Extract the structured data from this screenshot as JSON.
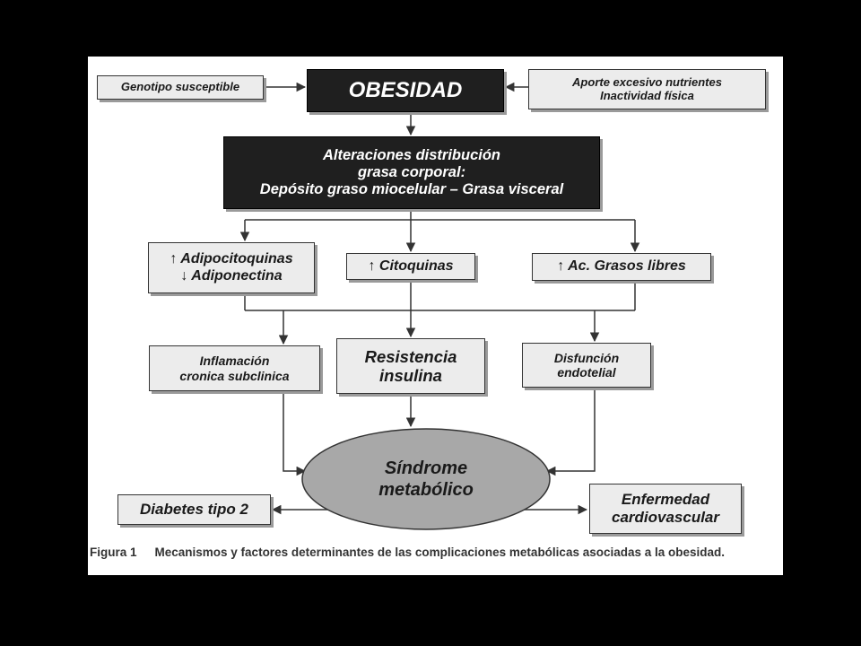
{
  "nodes": {
    "genotipo": "Genotipo susceptible",
    "obesidad": "OBESIDAD",
    "aporte": [
      "Aporte excesivo nutrientes",
      "Inactividad física"
    ],
    "alteraciones": [
      "Alteraciones distribución",
      "grasa corporal:",
      "Depósito graso miocelular – Grasa visceral"
    ],
    "adipocitoquinas": [
      "↑ Adipocitoquinas",
      "↓ Adiponectina"
    ],
    "citoquinas": "↑ Citoquinas",
    "acidos": "↑ Ac. Grasos libres",
    "inflamacion": [
      "Inflamación",
      "cronica subclinica"
    ],
    "resistencia": [
      "Resistencia",
      "insulina"
    ],
    "disfuncion": [
      "Disfunción",
      "endotelial"
    ],
    "sindrome": [
      "Síndrome",
      "metabólico"
    ],
    "diabetes": "Diabetes tipo 2",
    "enfermedad": [
      "Enfermedad",
      "cardiovascular"
    ]
  },
  "caption": {
    "label": "Figura 1",
    "text": "Mecanismos y factores determinantes de las complicaciones metabólicas asociadas a la obesidad."
  },
  "colors": {
    "background": "#000000",
    "panel": "#ffffff",
    "dark_box": "#1f1f1f",
    "light_box": "#ececec",
    "ellipse": "#a8a8a8",
    "arrow": "#333333"
  }
}
